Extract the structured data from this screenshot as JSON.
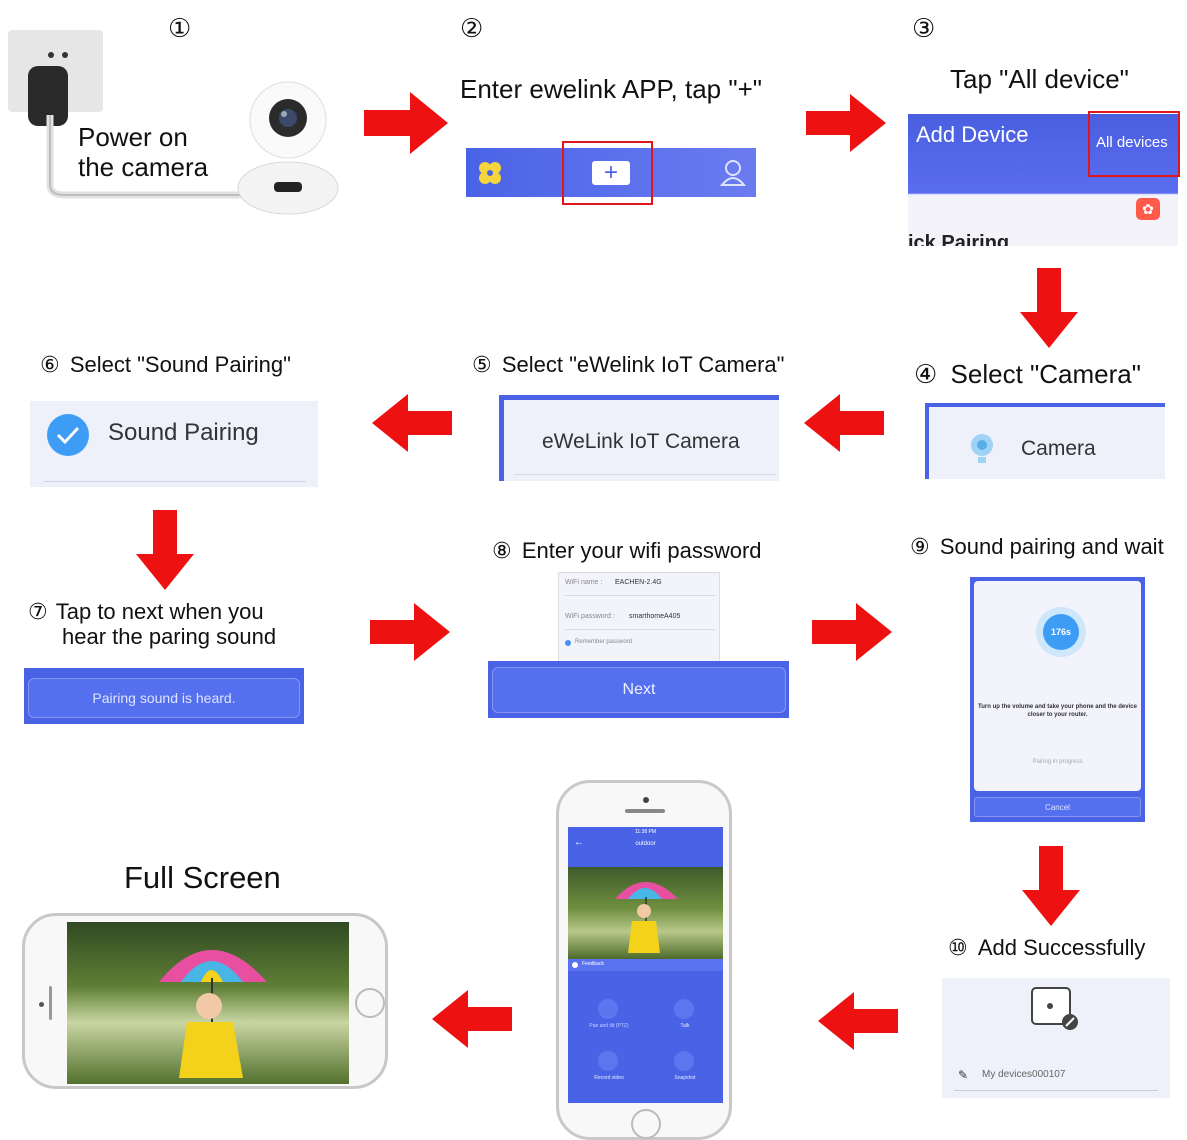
{
  "steps": {
    "s1": {
      "num": "①",
      "label_line1": "Power on",
      "label_line2": "the camera"
    },
    "s2": {
      "num": "②",
      "title": "Enter ewelink APP, tap \"+\"",
      "plus": "+"
    },
    "s3": {
      "num": "③",
      "title": "Tap \"All device\"",
      "header": "Add Device",
      "all_devices": "All devices",
      "partial": "ick Pairing"
    },
    "s4": {
      "num": "④",
      "title": "Select \"Camera\"",
      "item": "Camera"
    },
    "s5": {
      "num": "⑤",
      "title": "Select \"eWelink IoT Camera\"",
      "item": "eWeLink IoT Camera"
    },
    "s6": {
      "num": "⑥",
      "title": "Select \"Sound Pairing\"",
      "item": "Sound Pairing"
    },
    "s7": {
      "num": "⑦",
      "title_line1": "Tap to next when you",
      "title_line2": "hear the paring sound",
      "button": "Pairing sound is heard."
    },
    "s8": {
      "num": "⑧",
      "title": "Enter your wifi password",
      "wifi_name_label": "WiFi name :",
      "wifi_name": "EACHEN-2.4G",
      "wifi_pw_label": "WiFi password :",
      "wifi_pw": "smarthomeA405",
      "remember": "Remember password",
      "button": "Next"
    },
    "s9": {
      "num": "⑨",
      "title": "Sound pairing and wait",
      "timer": "176s",
      "message": "Turn up the volume and take your phone and the device closer to your router.",
      "progress": "Pairing in progress",
      "cancel": "Cancel"
    },
    "s10": {
      "num": "⑩",
      "title": "Add Successfully",
      "device": "My devices000107"
    },
    "phone": {
      "status_time": "11:38 PM",
      "header": "outdoor",
      "feedback": "Feedback",
      "control1": "Pan and tilt (PTZ)",
      "control2": "Talk",
      "control3": "Record video",
      "control4": "Snapshot"
    },
    "full": {
      "title": "Full Screen"
    }
  },
  "colors": {
    "arrow": "#ee1111",
    "accent": "#4a63e6",
    "highlight": "#e0161c"
  }
}
